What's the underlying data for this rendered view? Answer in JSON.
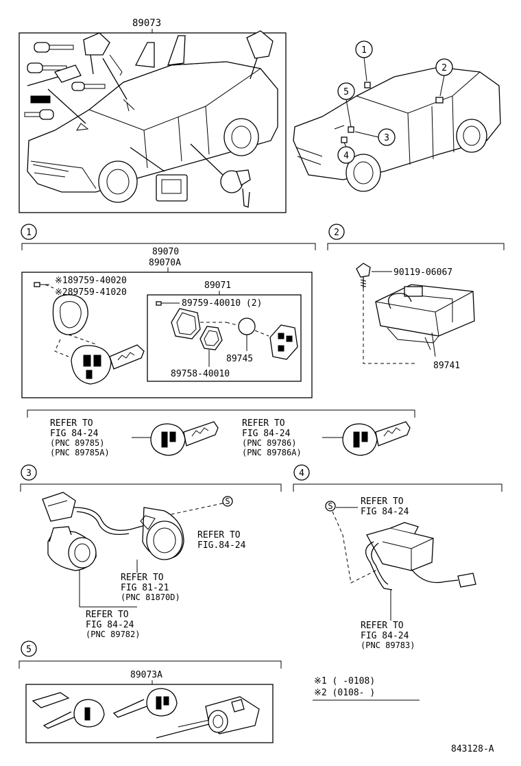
{
  "top": {
    "assembly_number": "89073"
  },
  "callouts": [
    "1",
    "2",
    "3",
    "4",
    "5"
  ],
  "section1": {
    "number": "1",
    "assembly": "89070",
    "assembly_alt": "89070A",
    "screw1": "※189759-40020",
    "screw2": "※289759-41020",
    "transmitter": "89071",
    "screw_small": "89759-40010 (2)",
    "battery": "89745",
    "gasket": "89758-40010",
    "refer_a": [
      "REFER TO",
      "FIG 84-24",
      "(PNC 89785)",
      "(PNC 89785A)"
    ],
    "refer_b": [
      "REFER TO",
      "FIG 84-24",
      "(PNC 89786)",
      "(PNC 89786A)"
    ]
  },
  "section2": {
    "number": "2",
    "bolt": "90119-06067",
    "receiver": "89741"
  },
  "section3": {
    "number": "3",
    "s_mark": "S",
    "refer_top": [
      "REFER TO",
      "FIG.84-24"
    ],
    "refer_mid": [
      "REFER TO",
      "FIG 81-21",
      "(PNC 81870D)"
    ],
    "refer_bot": [
      "REFER TO",
      "FIG 84-24",
      "(PNC 89782)"
    ]
  },
  "section4": {
    "number": "4",
    "s_mark": "S",
    "refer_top": [
      "REFER TO",
      "FIG 84-24"
    ],
    "refer_bot": [
      "REFER TO",
      "FIG 84-24",
      "(PNC 89783)"
    ]
  },
  "section5": {
    "number": "5",
    "assembly": "89073A"
  },
  "notes": {
    "note1": "※1 (     -0108)",
    "note2": "※2 (0108-     )"
  },
  "figure_id": "843128-A"
}
